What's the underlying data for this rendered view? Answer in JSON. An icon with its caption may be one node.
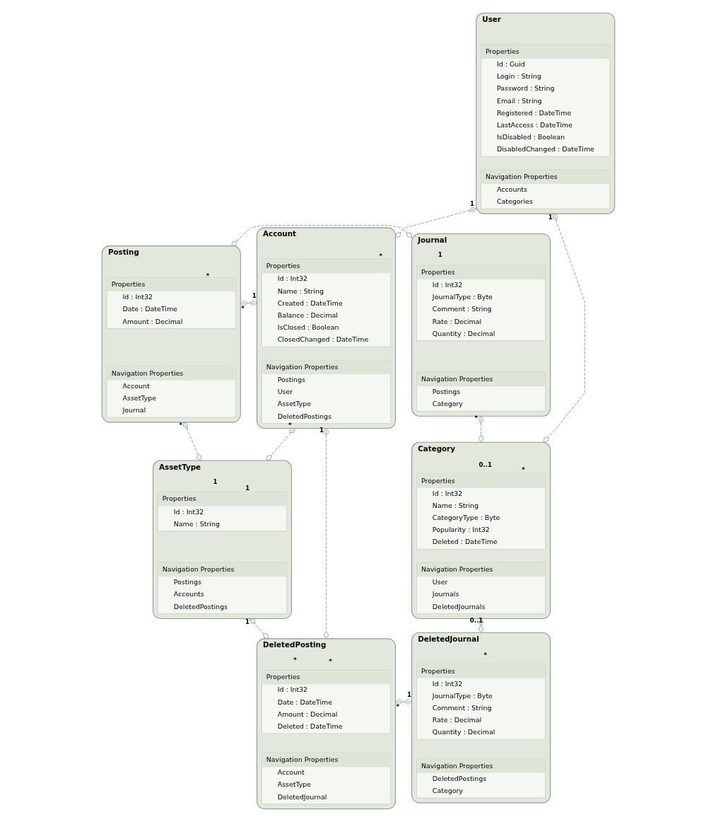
{
  "diagram": {
    "nodes": [
      {
        "text": [
          "User"
        ]
      },
      {
        "text": [
          "Properties",
          "Id : Guid",
          "Login : String",
          "Password : String",
          "Email : String",
          "Registered : DateTime",
          "LastAccess : DateTime",
          "IsDisabled : Boolean",
          "DisabledChanged : DateTime"
        ],
        "in": 0
      },
      {
        "text": [
          "Navigation Properties",
          "Accounts",
          "Categories"
        ],
        "in": 0
      },
      {
        "text": [
          "Posting"
        ]
      },
      {
        "text": [
          "Properties",
          "Id : Int32",
          "Date : DateTime",
          "Amount : Decimal"
        ],
        "in": 3
      },
      {
        "text": [
          "Navigation Properties",
          "Account",
          "AssetType",
          "Journal"
        ],
        "in": 3
      },
      {
        "text": [
          "Journal"
        ]
      },
      {
        "text": [
          "Properties",
          "Id : Int32",
          "JournalType : Byte",
          "Comment : String",
          "Rate : Decimal",
          "Quantity : Decimal"
        ],
        "in": 6
      },
      {
        "text": [
          "Navigation Properties",
          "Postings",
          "Category"
        ],
        "in": 6
      },
      {
        "text": [
          "Account"
        ]
      },
      {
        "text": [
          "Properties",
          "Id : Int32",
          "Name : String",
          "Created : DateTime",
          "Balance : Decimal",
          "IsClosed : Boolean",
          "ClosedChanged : DateTime"
        ],
        "in": 9
      },
      {
        "text": [
          "Navigation Properties",
          "Postings",
          "User",
          "AssetType",
          "DeletedPostings"
        ],
        "in": 9
      },
      {
        "text": [
          "Category"
        ]
      },
      {
        "text": [
          "Properties",
          "Id : Int32",
          "Name : String",
          "CategoryType : Byte",
          "Popularity : Int32",
          "Deleted : DateTime"
        ],
        "in": 12
      },
      {
        "text": [
          "Navigation Properties",
          "User",
          "Journals",
          "DeletedJournals"
        ],
        "in": 12
      },
      {
        "text": [
          "AssetType"
        ]
      },
      {
        "text": [
          "Properties",
          "Id : Int32",
          "Name : String"
        ],
        "in": 15
      },
      {
        "text": [
          "Navigation Properties",
          "Postings",
          "Accounts",
          "DeletedPostings"
        ],
        "in": 15
      },
      {
        "text": [
          "DeletedPosting"
        ]
      },
      {
        "text": [
          "Properties",
          "Id : Int32",
          "Date : DateTime",
          "Amount : Decimal",
          "Deleted : DateTime"
        ],
        "in": 18
      },
      {
        "text": [
          "Navigation Properties",
          "Account",
          "AssetType",
          "DeletedJournal"
        ],
        "in": 18
      },
      {
        "text": [
          "DeletedJournal"
        ]
      },
      {
        "text": [
          "Properties",
          "Id : Int32",
          "JournalType : Byte",
          "Comment : String",
          "Rate : Decimal",
          "Quantity : Decimal"
        ],
        "in": 21
      },
      {
        "text": [
          "Navigation Properties",
          "DeletedPostings",
          "Category"
        ],
        "in": 21
      }
    ],
    "edges": [
      {
        "from": 0,
        "to": 12,
        "arrow": "other",
        "style": "dashed"
      },
      {
        "from": 0,
        "to": 9,
        "arrow": "other",
        "style": "dashed"
      },
      {
        "from": 9,
        "to": 3,
        "arrow": "other",
        "style": "dashed"
      },
      {
        "from": 3,
        "to": 6,
        "arrow": "other",
        "style": "dashed"
      },
      {
        "from": 3,
        "to": 15,
        "arrow": "other",
        "style": "dashed"
      },
      {
        "from": 6,
        "to": 12,
        "arrow": "other",
        "style": "dashed"
      },
      {
        "from": 9,
        "to": 15,
        "arrow": "other",
        "style": "dashed"
      },
      {
        "from": 15,
        "to": 18,
        "arrow": "other",
        "style": "dashed"
      },
      {
        "from": 9,
        "to": 18,
        "arrow": "other",
        "style": "dashed"
      },
      {
        "from": 18,
        "to": 21,
        "arrow": "other",
        "style": "dashed"
      },
      {
        "from": 12,
        "to": 21,
        "arrow": "other",
        "style": "dashed"
      }
    ],
    "labels": [
      "1",
      "1",
      "*",
      "1",
      "*",
      "*",
      "1",
      "*",
      "*",
      "0..1",
      "*",
      "1",
      "*",
      "1",
      "0..1",
      "1",
      "1",
      "*",
      "*",
      "*",
      "1",
      "*"
    ]
  }
}
